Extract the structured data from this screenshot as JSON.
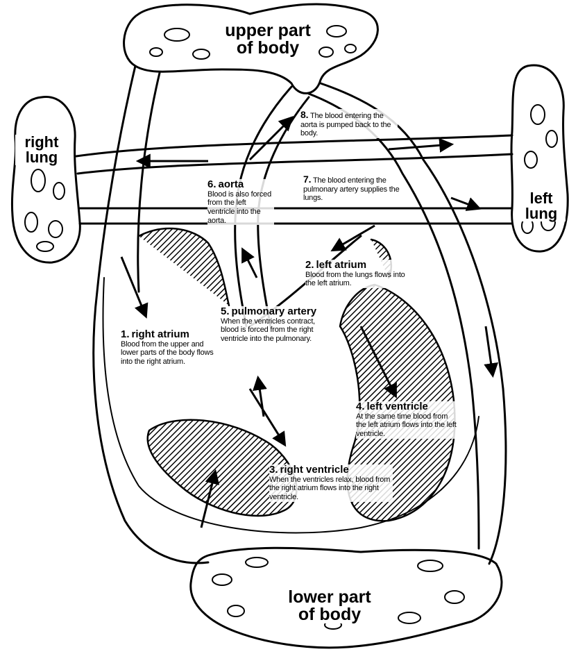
{
  "regions": {
    "upper_body": [
      "upper part",
      "of body"
    ],
    "lower_body": [
      "lower part",
      "of body"
    ],
    "right_lung": [
      "right",
      "lung"
    ],
    "left_lung": [
      "left",
      "lung"
    ]
  },
  "steps": [
    {
      "number": "1.",
      "title": "right atrium",
      "text": "Blood from the upper and lower parts of the body flows into the right atrium."
    },
    {
      "number": "2.",
      "title": "left atrium",
      "text": "Blood from the lungs flows into the left atrium."
    },
    {
      "number": "3.",
      "title": "right ventricle",
      "text": "When the ventricles relax, blood from the right atrium flows into the right ventricle."
    },
    {
      "number": "4.",
      "title": "left ventricle",
      "text": "At the same time blood from the left atrium flows into the left ventricle."
    },
    {
      "number": "5.",
      "title": "pulmonary artery",
      "text": "When the ventricles contract, blood is forced from the right ventricle into the pulmonary."
    },
    {
      "number": "6.",
      "title": "aorta",
      "text": "Blood is also forced from the left ventricle into the aorta."
    },
    {
      "number": "7.",
      "title": "",
      "text": "The blood entering the pulmonary artery supplies the lungs."
    },
    {
      "number": "8.",
      "title": "",
      "text": "The blood entering the aorta is pumped back to the body."
    }
  ]
}
